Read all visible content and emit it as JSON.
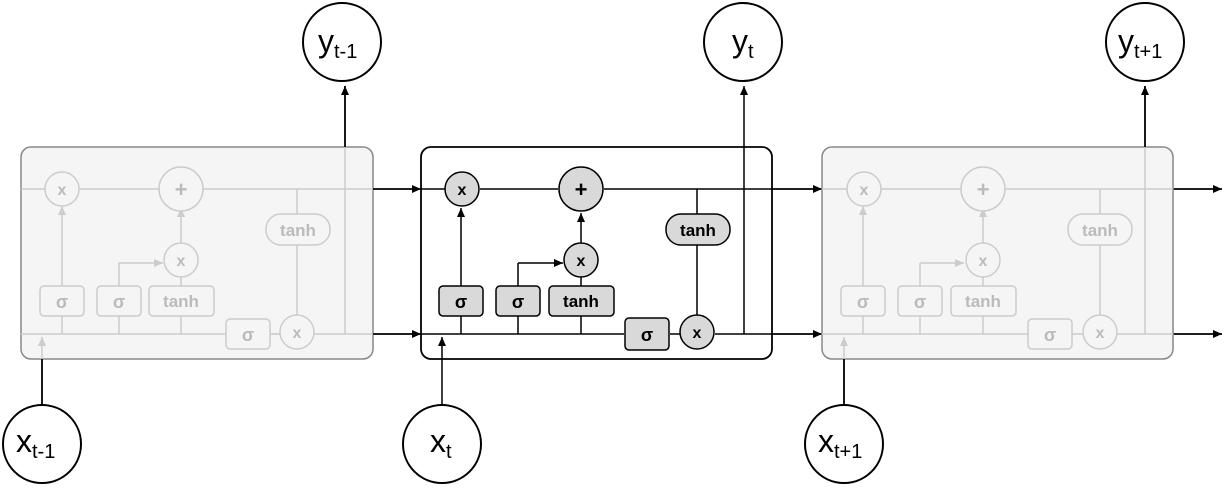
{
  "inputs": [
    {
      "base": "x",
      "sub": "t-1"
    },
    {
      "base": "x",
      "sub": "t"
    },
    {
      "base": "x",
      "sub": "t+1"
    }
  ],
  "outputs": [
    {
      "base": "y",
      "sub": "t-1"
    },
    {
      "base": "y",
      "sub": "t"
    },
    {
      "base": "y",
      "sub": "t+1"
    }
  ],
  "cell": {
    "forget_gate": "σ",
    "input_gate": "σ",
    "candidate": "tanh",
    "output_gate": "σ",
    "cell_tanh": "tanh",
    "multiply": "x",
    "add": "+"
  },
  "colors": {
    "line": "#000000",
    "node_fill": "#d9d9d9",
    "faded_stroke": "#cccccc",
    "faded_fill": "#f5f5f5",
    "faded_text": "#bbbbbb"
  }
}
